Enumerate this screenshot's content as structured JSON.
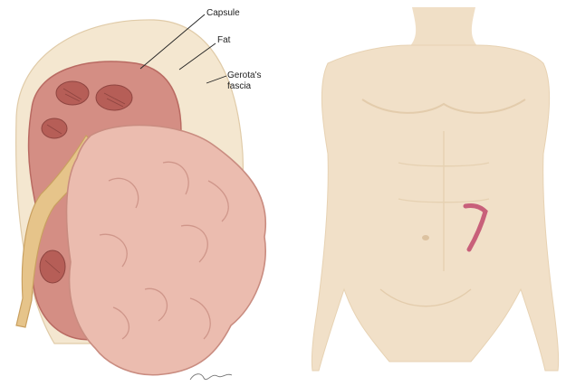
{
  "kidney_panel": {
    "labels": {
      "capsule": "Capsule",
      "fat": "Fat",
      "gerota_line1": "Gerota's",
      "gerota_line2": "fascia"
    }
  },
  "body_panel": {
    "incision_color": "#c8607a"
  },
  "colors": {
    "gerota_fat": "#f3e6cf",
    "kidney_cortex": "#d58f86",
    "tumor": "#e9bdb1",
    "skin": "#f1e0c8"
  }
}
